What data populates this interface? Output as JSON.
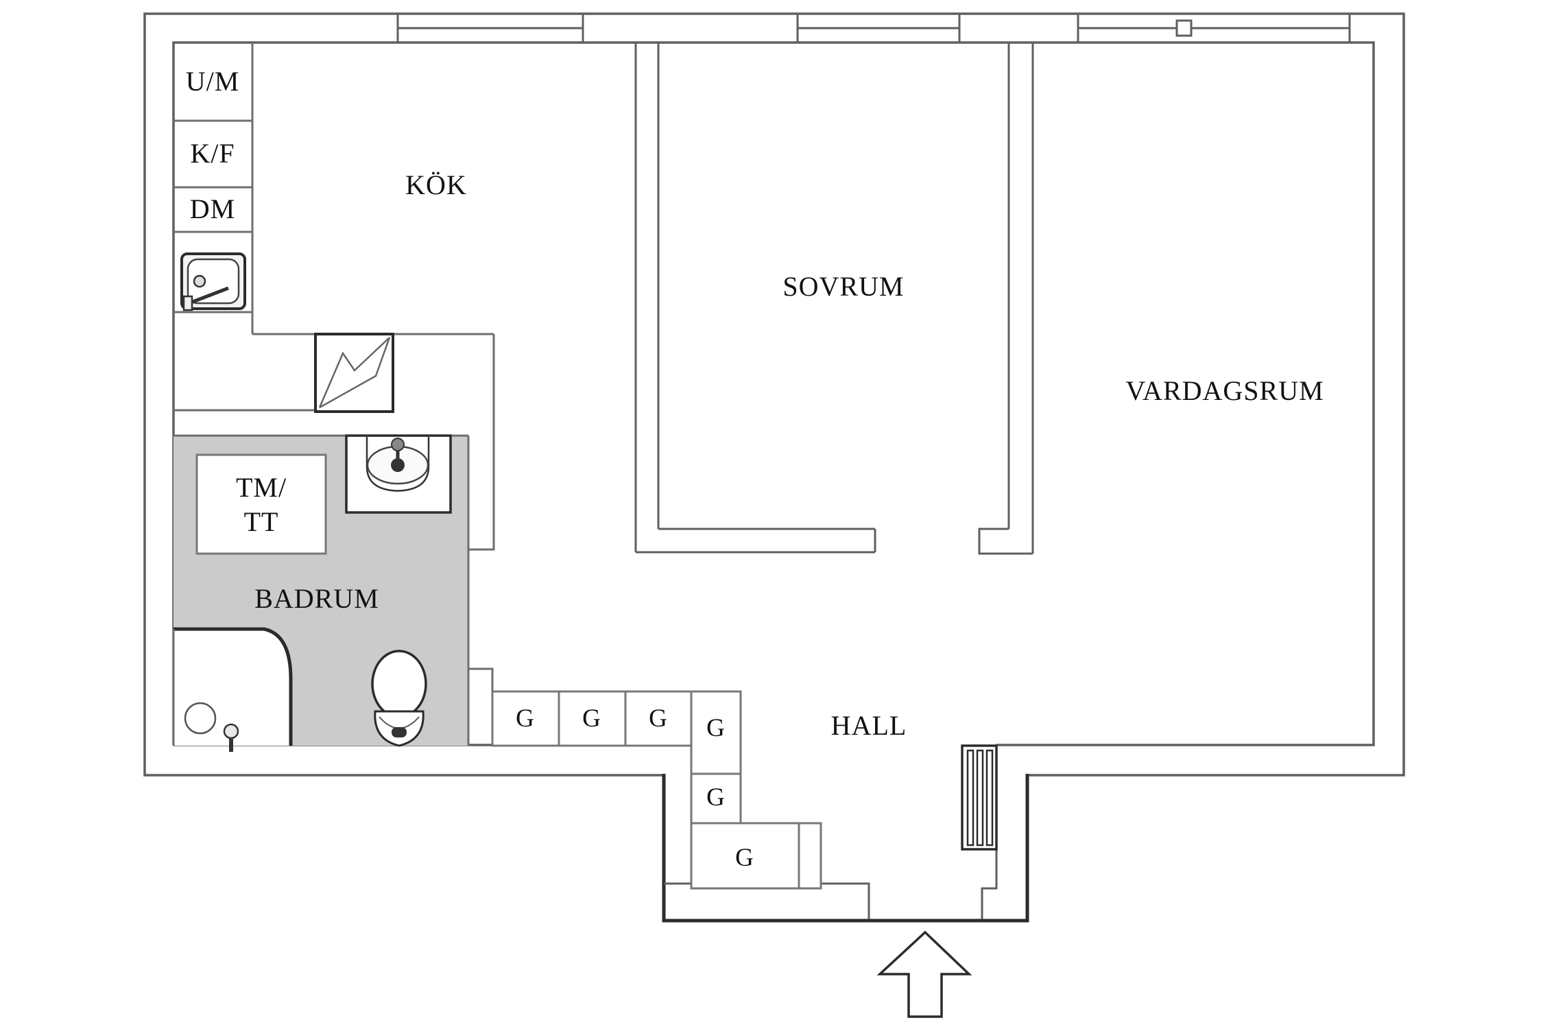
{
  "plan": {
    "type": "apartment-floor-plan",
    "background_color": "#ffffff",
    "bathroom_floor_color": "#cbcbcb",
    "wall_line_color": "#5f5f5f",
    "fixture_line_color": "#2b2b2b"
  },
  "rooms": {
    "kitchen": {
      "label": "KÖK"
    },
    "bedroom": {
      "label": "SOVRUM"
    },
    "living_room": {
      "label": "VARDAGSRUM"
    },
    "bathroom": {
      "label": "BADRUM"
    },
    "hall": {
      "label": "HALL"
    }
  },
  "appliances": {
    "oven_microwave": {
      "label": "U/M"
    },
    "fridge_freezer": {
      "label": "K/F"
    },
    "dishwasher": {
      "label": "DM"
    },
    "washer_dryer": {
      "label": "TM/\nTT"
    }
  },
  "closets": {
    "items": [
      {
        "label": "G"
      },
      {
        "label": "G"
      },
      {
        "label": "G"
      },
      {
        "label": "G"
      },
      {
        "label": "G"
      },
      {
        "label": "G"
      }
    ]
  }
}
